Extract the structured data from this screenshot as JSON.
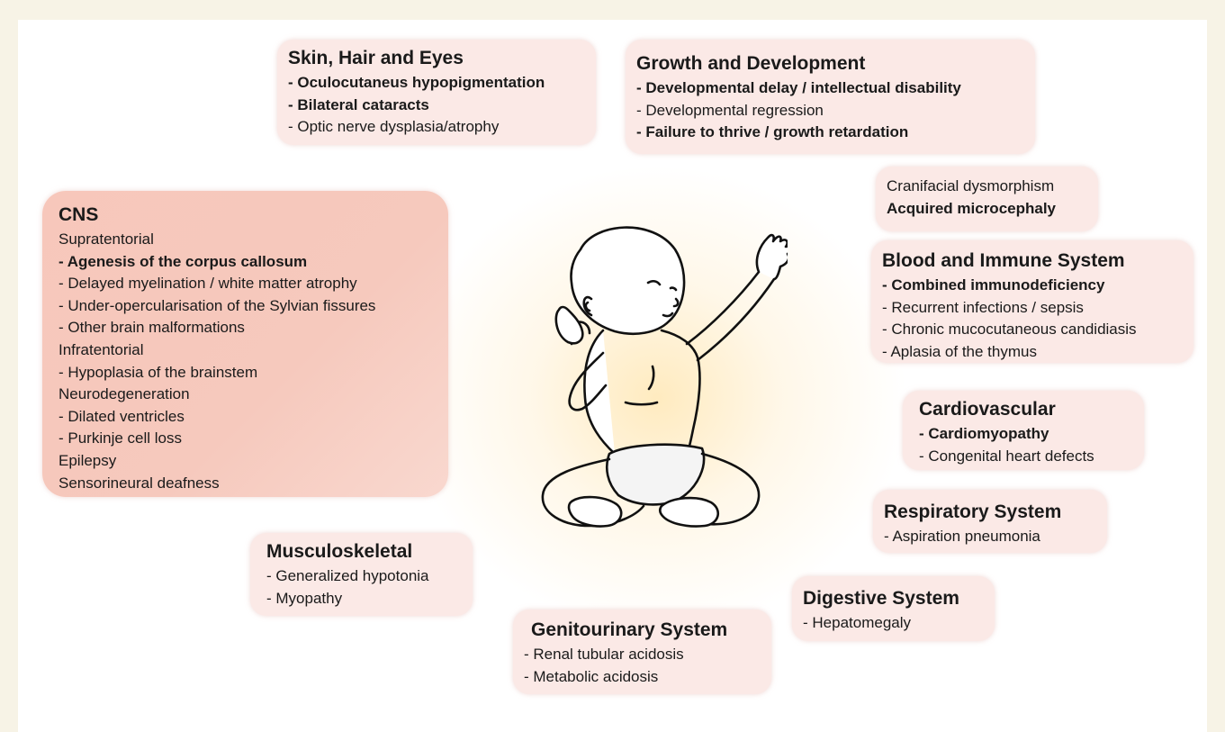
{
  "boxes": {
    "skin": {
      "title": "Skin, Hair and Eyes",
      "lines": [
        {
          "text": "- Oculocutaneus hypopigmentation",
          "bold": true
        },
        {
          "text": "- Bilateral cataracts",
          "bold": true
        },
        {
          "text": "- Optic nerve dysplasia/atrophy",
          "bold": false
        }
      ]
    },
    "growth": {
      "title": "Growth and Development",
      "lines": [
        {
          "text": "- Developmental delay / intellectual disability",
          "bold": true
        },
        {
          "text": "- Developmental regression",
          "bold": false
        },
        {
          "text": "- Failure to thrive / growth retardation",
          "bold": true
        }
      ]
    },
    "cranio": {
      "lines": [
        {
          "text": "Cranifacial dysmorphism",
          "bold": false
        },
        {
          "text": "Acquired microcephaly",
          "bold": true
        }
      ]
    },
    "cns": {
      "title": "CNS",
      "lines": [
        {
          "text": "Supratentorial",
          "bold": false
        },
        {
          "text": "- Agenesis of the corpus callosum",
          "bold": true
        },
        {
          "text": "- Delayed myelination / white matter atrophy",
          "bold": false
        },
        {
          "text": "- Under-opercularisation of the Sylvian fissures",
          "bold": false
        },
        {
          "text": "- Other brain malformations",
          "bold": false
        },
        {
          "text": "Infratentorial",
          "bold": false
        },
        {
          "text": "- Hypoplasia of the brainstem",
          "bold": false
        },
        {
          "text": "Neurodegeneration",
          "bold": false
        },
        {
          "text": "- Dilated ventricles",
          "bold": false
        },
        {
          "text": "- Purkinje cell loss",
          "bold": false
        },
        {
          "text": "Epilepsy",
          "bold": false
        },
        {
          "text": "Sensorineural deafness",
          "bold": false
        }
      ]
    },
    "blood": {
      "title": "Blood and Immune System",
      "lines": [
        {
          "text": "- Combined immunodeficiency",
          "bold": true
        },
        {
          "text": "- Recurrent infections / sepsis",
          "bold": false
        },
        {
          "text": "- Chronic mucocutaneous candidiasis",
          "bold": false
        },
        {
          "text": "- Aplasia of the thymus",
          "bold": false
        }
      ]
    },
    "cardio": {
      "title": "Cardiovascular",
      "lines": [
        {
          "text": "- Cardiomyopathy",
          "bold": true
        },
        {
          "text": "- Congenital heart defects",
          "bold": false
        }
      ]
    },
    "resp": {
      "title": "Respiratory System",
      "lines": [
        {
          "text": "- Aspiration pneumonia",
          "bold": false
        }
      ]
    },
    "digest": {
      "title": "Digestive System",
      "lines": [
        {
          "text": "- Hepatomegaly",
          "bold": false
        }
      ]
    },
    "musculo": {
      "title": "Musculoskeletal",
      "lines": [
        {
          "text": "- Generalized hypotonia",
          "bold": false
        },
        {
          "text": "- Myopathy",
          "bold": false
        }
      ]
    },
    "genito": {
      "title": "Genitourinary System",
      "lines": [
        {
          "text": "- Renal tubular acidosis",
          "bold": false
        },
        {
          "text": "- Metabolic acidosis",
          "bold": false
        }
      ]
    }
  },
  "colors": {
    "box_fill": "#fbe9e6",
    "cns_fill": "#f7c7bb",
    "glow": "#ffe4aa"
  },
  "icons": {
    "center": "baby-illustration"
  }
}
